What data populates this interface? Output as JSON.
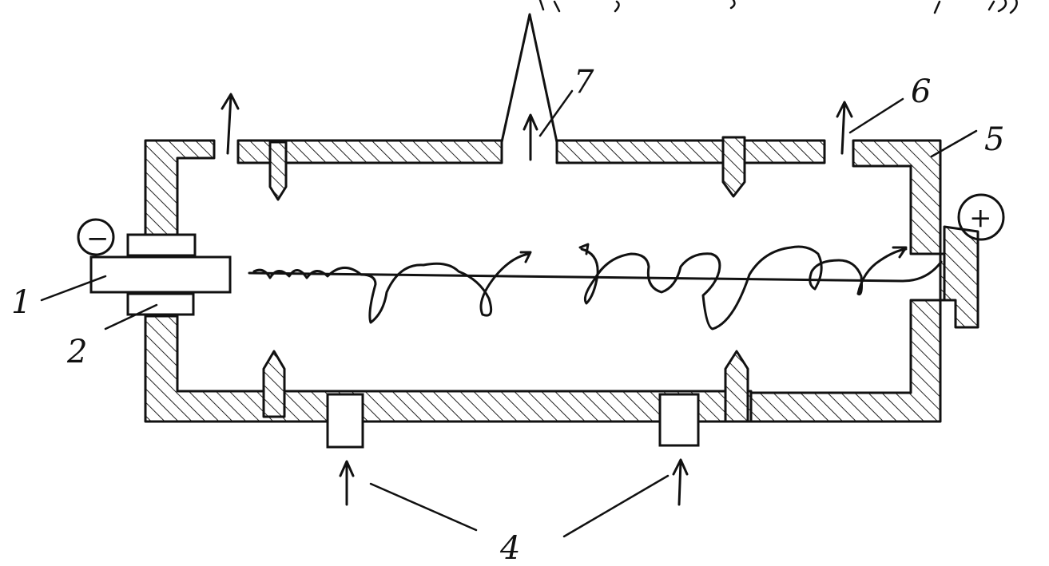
{
  "labels": {
    "l1": "1",
    "l2": "2",
    "l4": "4",
    "l5": "5",
    "l6": "6",
    "l7": "7",
    "minus": "−",
    "plus": "+"
  }
}
